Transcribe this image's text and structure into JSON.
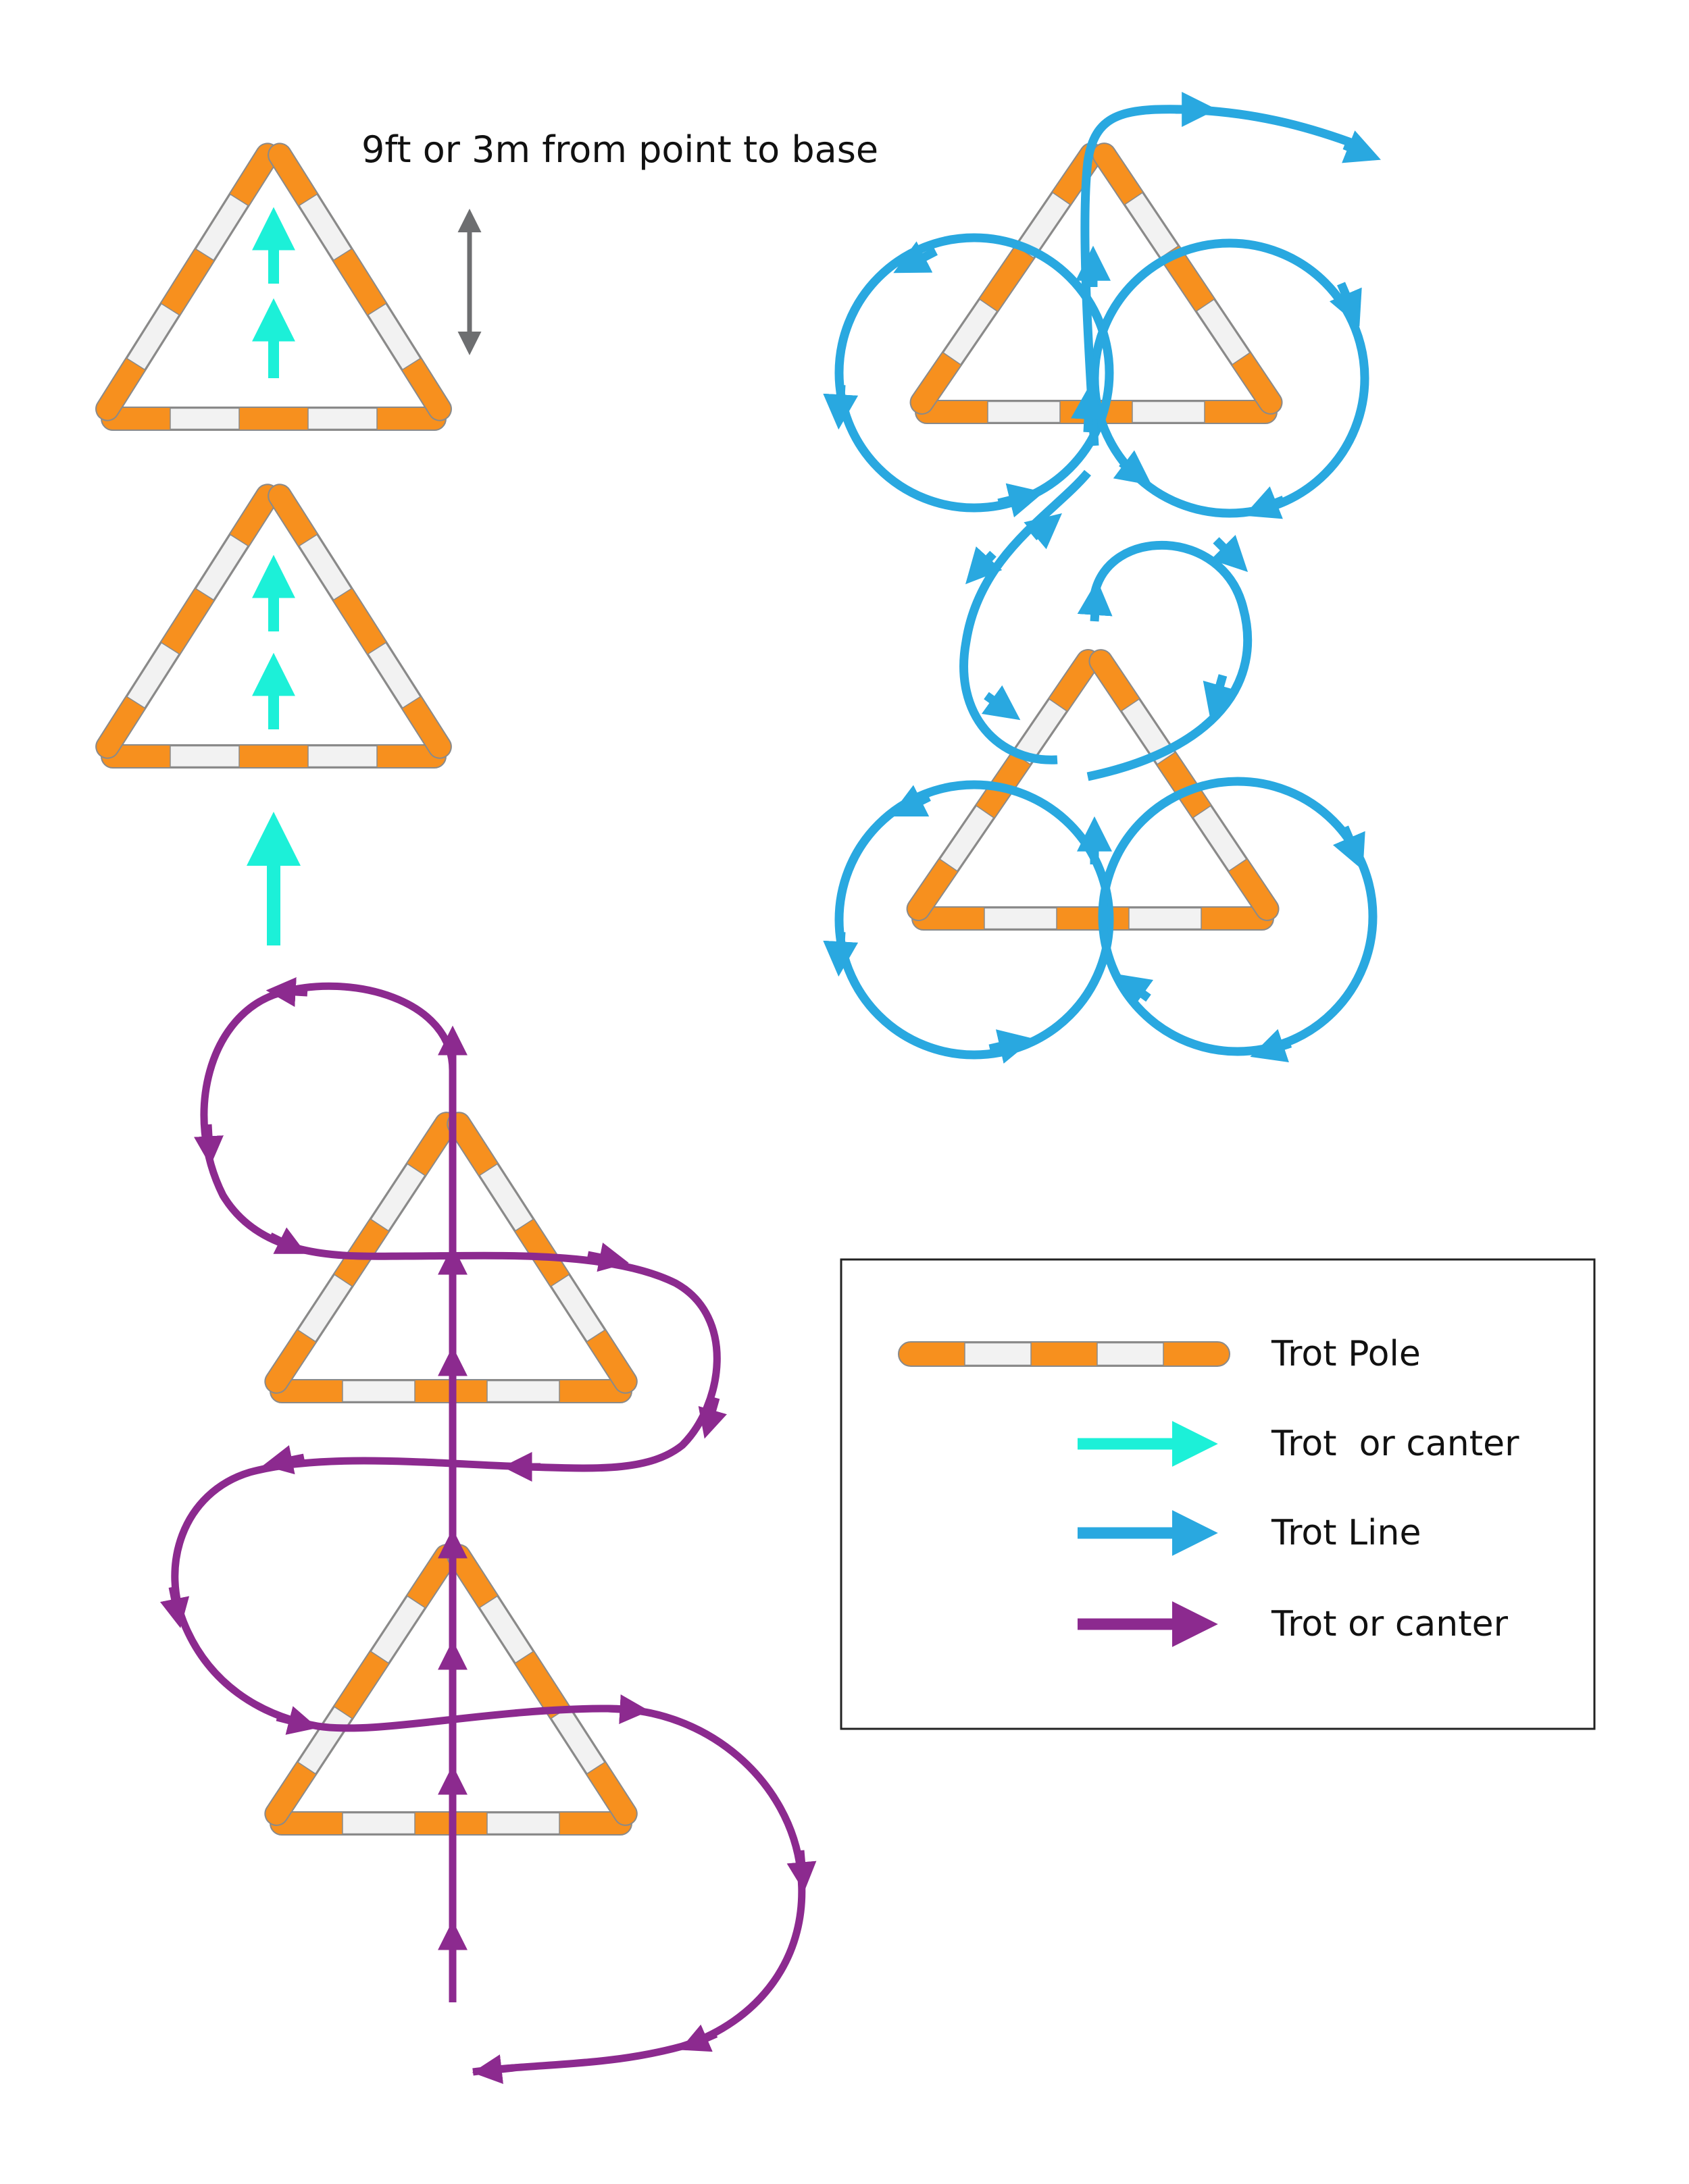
{
  "annotation": {
    "text": "9ft or 3m from point to base"
  },
  "legend": {
    "items": [
      {
        "label": "Trot Pole",
        "kind": "pole"
      },
      {
        "label": "Trot  or canter",
        "kind": "arrow",
        "color": "#1cf0d8"
      },
      {
        "label": "Trot Line",
        "kind": "arrow",
        "color": "#29a8e0"
      },
      {
        "label": "Trot or canter",
        "kind": "arrow",
        "color": "#8c2a8f"
      }
    ]
  },
  "colors": {
    "pole_orange": "#f7901e",
    "pole_white": "#f2f2f2",
    "pole_outline": "#8a8a8a",
    "cyan_path": "#1cf0d8",
    "blue_path": "#29a8e0",
    "purple_path": "#8c2a8f",
    "measure_arrow": "#6d6e70",
    "legend_border": "#222222"
  },
  "icons": {
    "measure": "double-headed-arrow-icon"
  }
}
